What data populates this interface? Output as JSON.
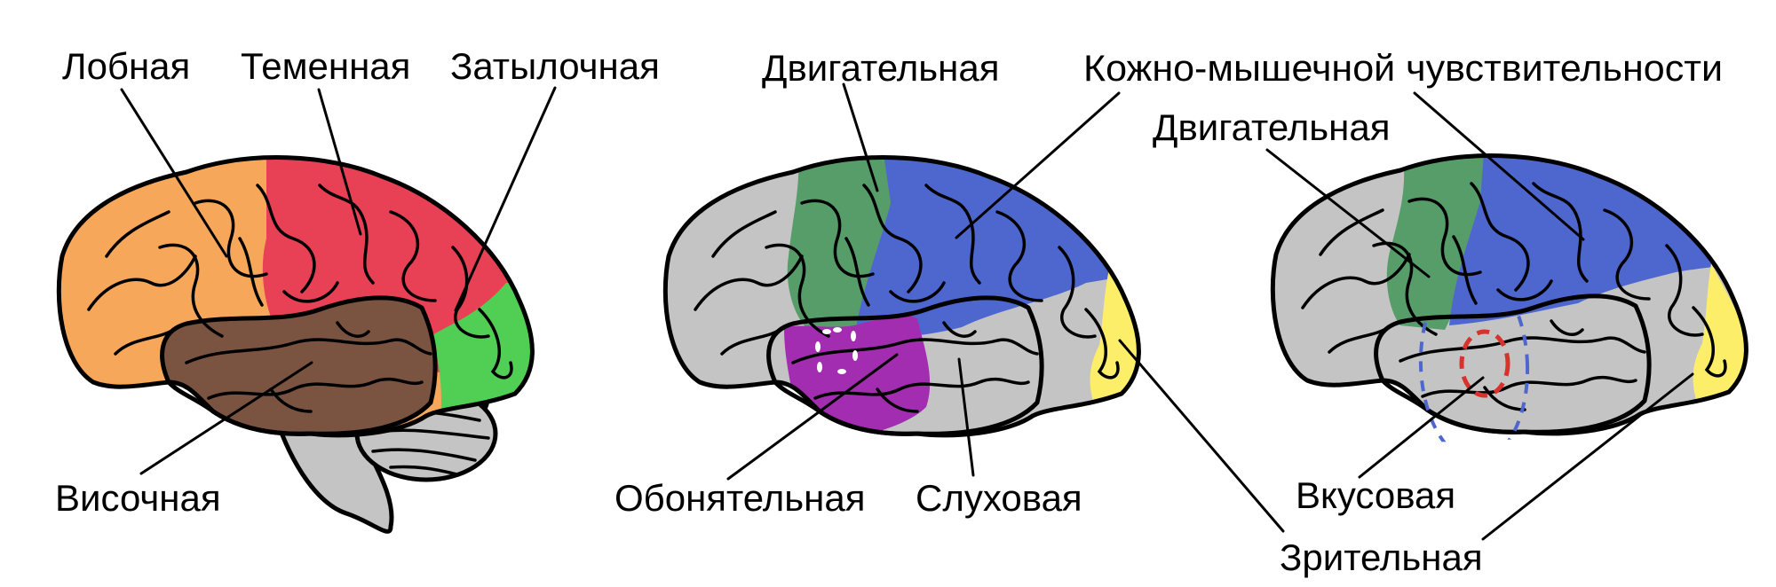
{
  "diagram_1": {
    "labels": {
      "frontal": "Лобная",
      "parietal": "Теменная",
      "occipital": "Затылочная",
      "temporal": "Височная"
    },
    "colors": {
      "frontal": "#f6a75a",
      "parietal": "#e84156",
      "occipital": "#51cf55",
      "temporal": "#7a5341",
      "cerebellum": "#c4c4c4"
    }
  },
  "diagram_2": {
    "labels": {
      "motor": "Двигательная",
      "somatosensory": "Кожно-мышечной чувствительности",
      "olfactory": "Обонятельная",
      "auditory": "Слуховая"
    },
    "colors": {
      "base": "#c4c4c4",
      "motor": "#579d69",
      "somatosensory": "#4e67cf",
      "olfactory_auditory": "#a32db0",
      "visual": "#fdee6a"
    }
  },
  "diagram_3": {
    "labels": {
      "motor": "Двигательная",
      "gustatory": "Вкусовая",
      "visual": "Зрительная"
    },
    "colors": {
      "base": "#c4c4c4",
      "motor": "#579d69",
      "somatosensory": "#4e67cf",
      "visual": "#fdee6a",
      "gustatory_outline": "#d8322c",
      "zone_outline": "#4e67cf"
    }
  }
}
